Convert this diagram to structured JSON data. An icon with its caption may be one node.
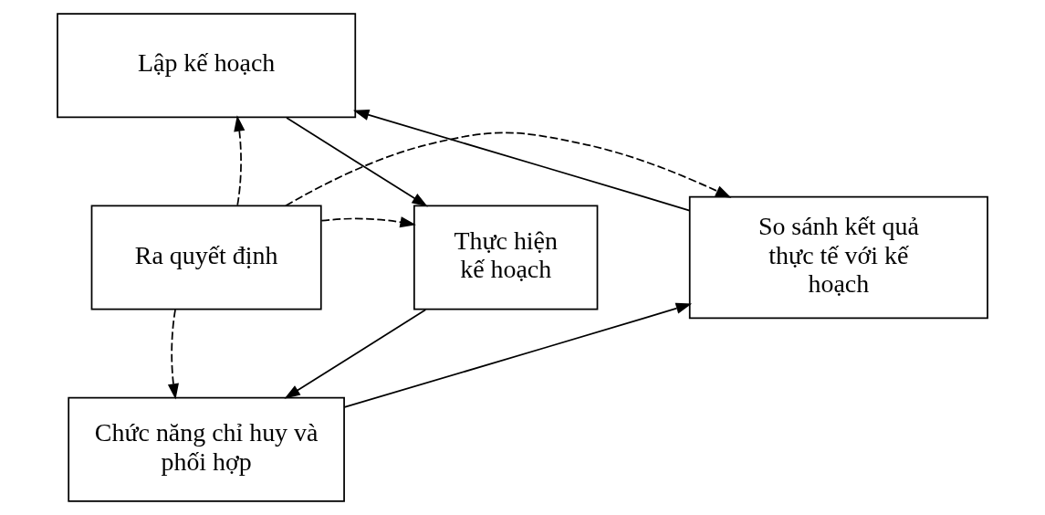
{
  "diagram": {
    "nodes": [
      {
        "text": [
          "Lập kế hoạch"
        ]
      },
      {
        "text": [
          "So sánh kết quả thực tế với kế hoạch"
        ]
      },
      {
        "text": [
          "Ra quyết định"
        ]
      },
      {
        "text": [
          "Thực hiện kế hoạch"
        ]
      },
      {
        "text": [
          "Chức năng chỉ huy và phối hợp"
        ]
      }
    ],
    "edges": [
      {
        "from": 0,
        "to": 3,
        "arrow": "to"
      },
      {
        "from": 3,
        "to": 4,
        "arrow": "to"
      },
      {
        "from": 4,
        "to": 1,
        "arrow": "to"
      },
      {
        "from": 1,
        "to": 0,
        "arrow": "to"
      },
      {
        "from": 2,
        "to": 0,
        "arrow": "to",
        "style": "dashed"
      },
      {
        "from": 2,
        "to": 1,
        "arrow": "to",
        "style": "dashed"
      },
      {
        "from": 2,
        "to": 3,
        "arrow": "to",
        "style": "dashed"
      },
      {
        "from": 2,
        "to": 4,
        "arrow": "to",
        "style": "dashed"
      }
    ]
  }
}
